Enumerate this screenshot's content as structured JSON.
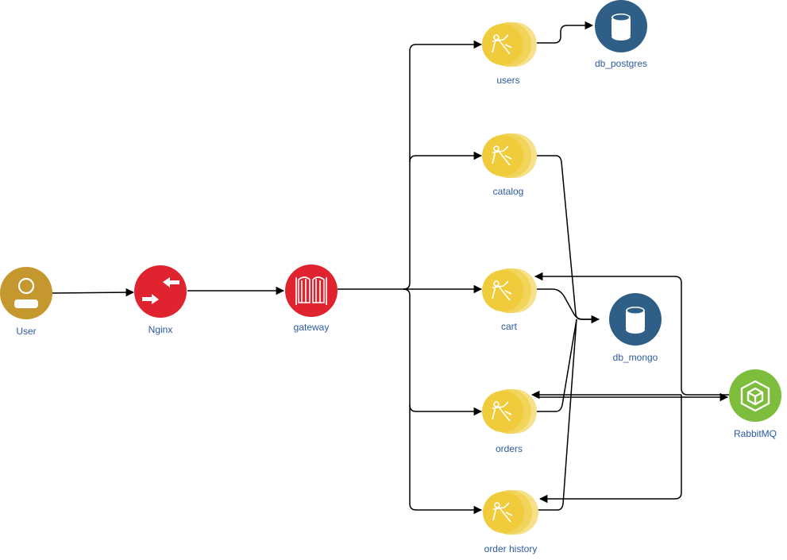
{
  "nodes": {
    "user": {
      "label": "User",
      "icon": "user-icon",
      "color": "#c4982f"
    },
    "nginx": {
      "label": "Nginx",
      "icon": "nginx-icon",
      "color": "#e0242f"
    },
    "gateway": {
      "label": "gateway",
      "icon": "gate-icon",
      "color": "#e0242f"
    },
    "users": {
      "label": "users",
      "icon": "microservice-icon",
      "color": "#f0cc3c"
    },
    "catalog": {
      "label": "catalog",
      "icon": "microservice-icon",
      "color": "#f0cc3c"
    },
    "cart": {
      "label": "cart",
      "icon": "microservice-icon",
      "color": "#f0cc3c"
    },
    "orders": {
      "label": "orders",
      "icon": "microservice-icon",
      "color": "#f0cc3c"
    },
    "order_history": {
      "label": "order history",
      "icon": "microservice-icon",
      "color": "#f0cc3c"
    },
    "db_postgres": {
      "label": "db_postgres",
      "icon": "database-icon",
      "color": "#2f5f87"
    },
    "db_mongo": {
      "label": "db_mongo",
      "icon": "database-icon",
      "color": "#2f5f87"
    },
    "rabbitmq": {
      "label": "RabbitMQ",
      "icon": "rabbitmq-icon",
      "color": "#7dbd3c"
    }
  },
  "edges": [
    {
      "from": "User",
      "to": "Nginx"
    },
    {
      "from": "Nginx",
      "to": "gateway"
    },
    {
      "from": "gateway",
      "to": "users"
    },
    {
      "from": "gateway",
      "to": "catalog"
    },
    {
      "from": "gateway",
      "to": "cart"
    },
    {
      "from": "gateway",
      "to": "orders"
    },
    {
      "from": "gateway",
      "to": "order history"
    },
    {
      "from": "users",
      "to": "db_postgres"
    },
    {
      "from": "catalog",
      "to": "db_mongo"
    },
    {
      "from": "cart",
      "to": "db_mongo"
    },
    {
      "from": "orders",
      "to": "db_mongo"
    },
    {
      "from": "order history",
      "to": "db_mongo"
    },
    {
      "from": "RabbitMQ",
      "to": "cart"
    },
    {
      "from": "RabbitMQ",
      "to": "orders"
    },
    {
      "from": "orders",
      "to": "RabbitMQ"
    },
    {
      "from": "RabbitMQ",
      "to": "order history"
    }
  ]
}
